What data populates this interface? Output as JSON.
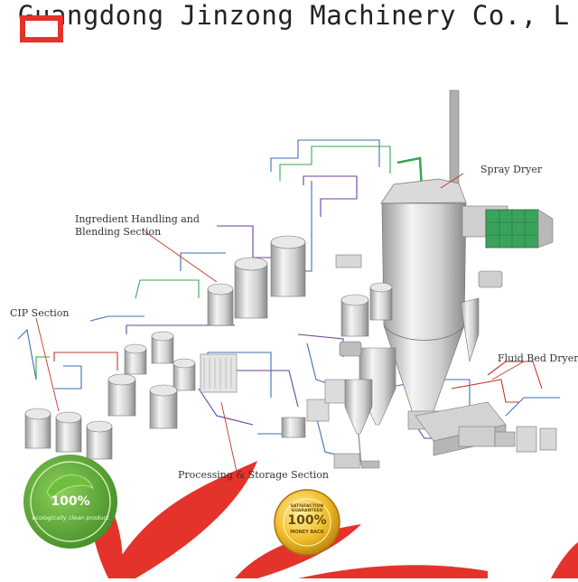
{
  "watermark": {
    "company": "Guangdong Jinzong Machinery Co., L"
  },
  "diagram": {
    "labels": {
      "spray_dryer": "Spray Dryer",
      "ingredient_line1": "Ingredient Handling and",
      "ingredient_line2": "Blending Section",
      "cip": "CIP Section",
      "fluid_bed": "Fluid Bed Dryer",
      "processing": "Processing & Storage Section"
    }
  },
  "badges": {
    "eco_percent": "100%",
    "eco_text": "ecologically clean product",
    "gold_ring": "SATISFACTION GUARANTEED",
    "gold_percent": "100%",
    "gold_sub": "MONEY BACK"
  },
  "colors": {
    "brand_red": "#e3332b",
    "eco_green": "#4f9a2c",
    "gold": "#e8b21a",
    "pipe_green": "#36a84f",
    "pipe_blue": "#3d6fb6",
    "pipe_purple": "#6b3fa0",
    "pipe_red": "#c0392b"
  }
}
